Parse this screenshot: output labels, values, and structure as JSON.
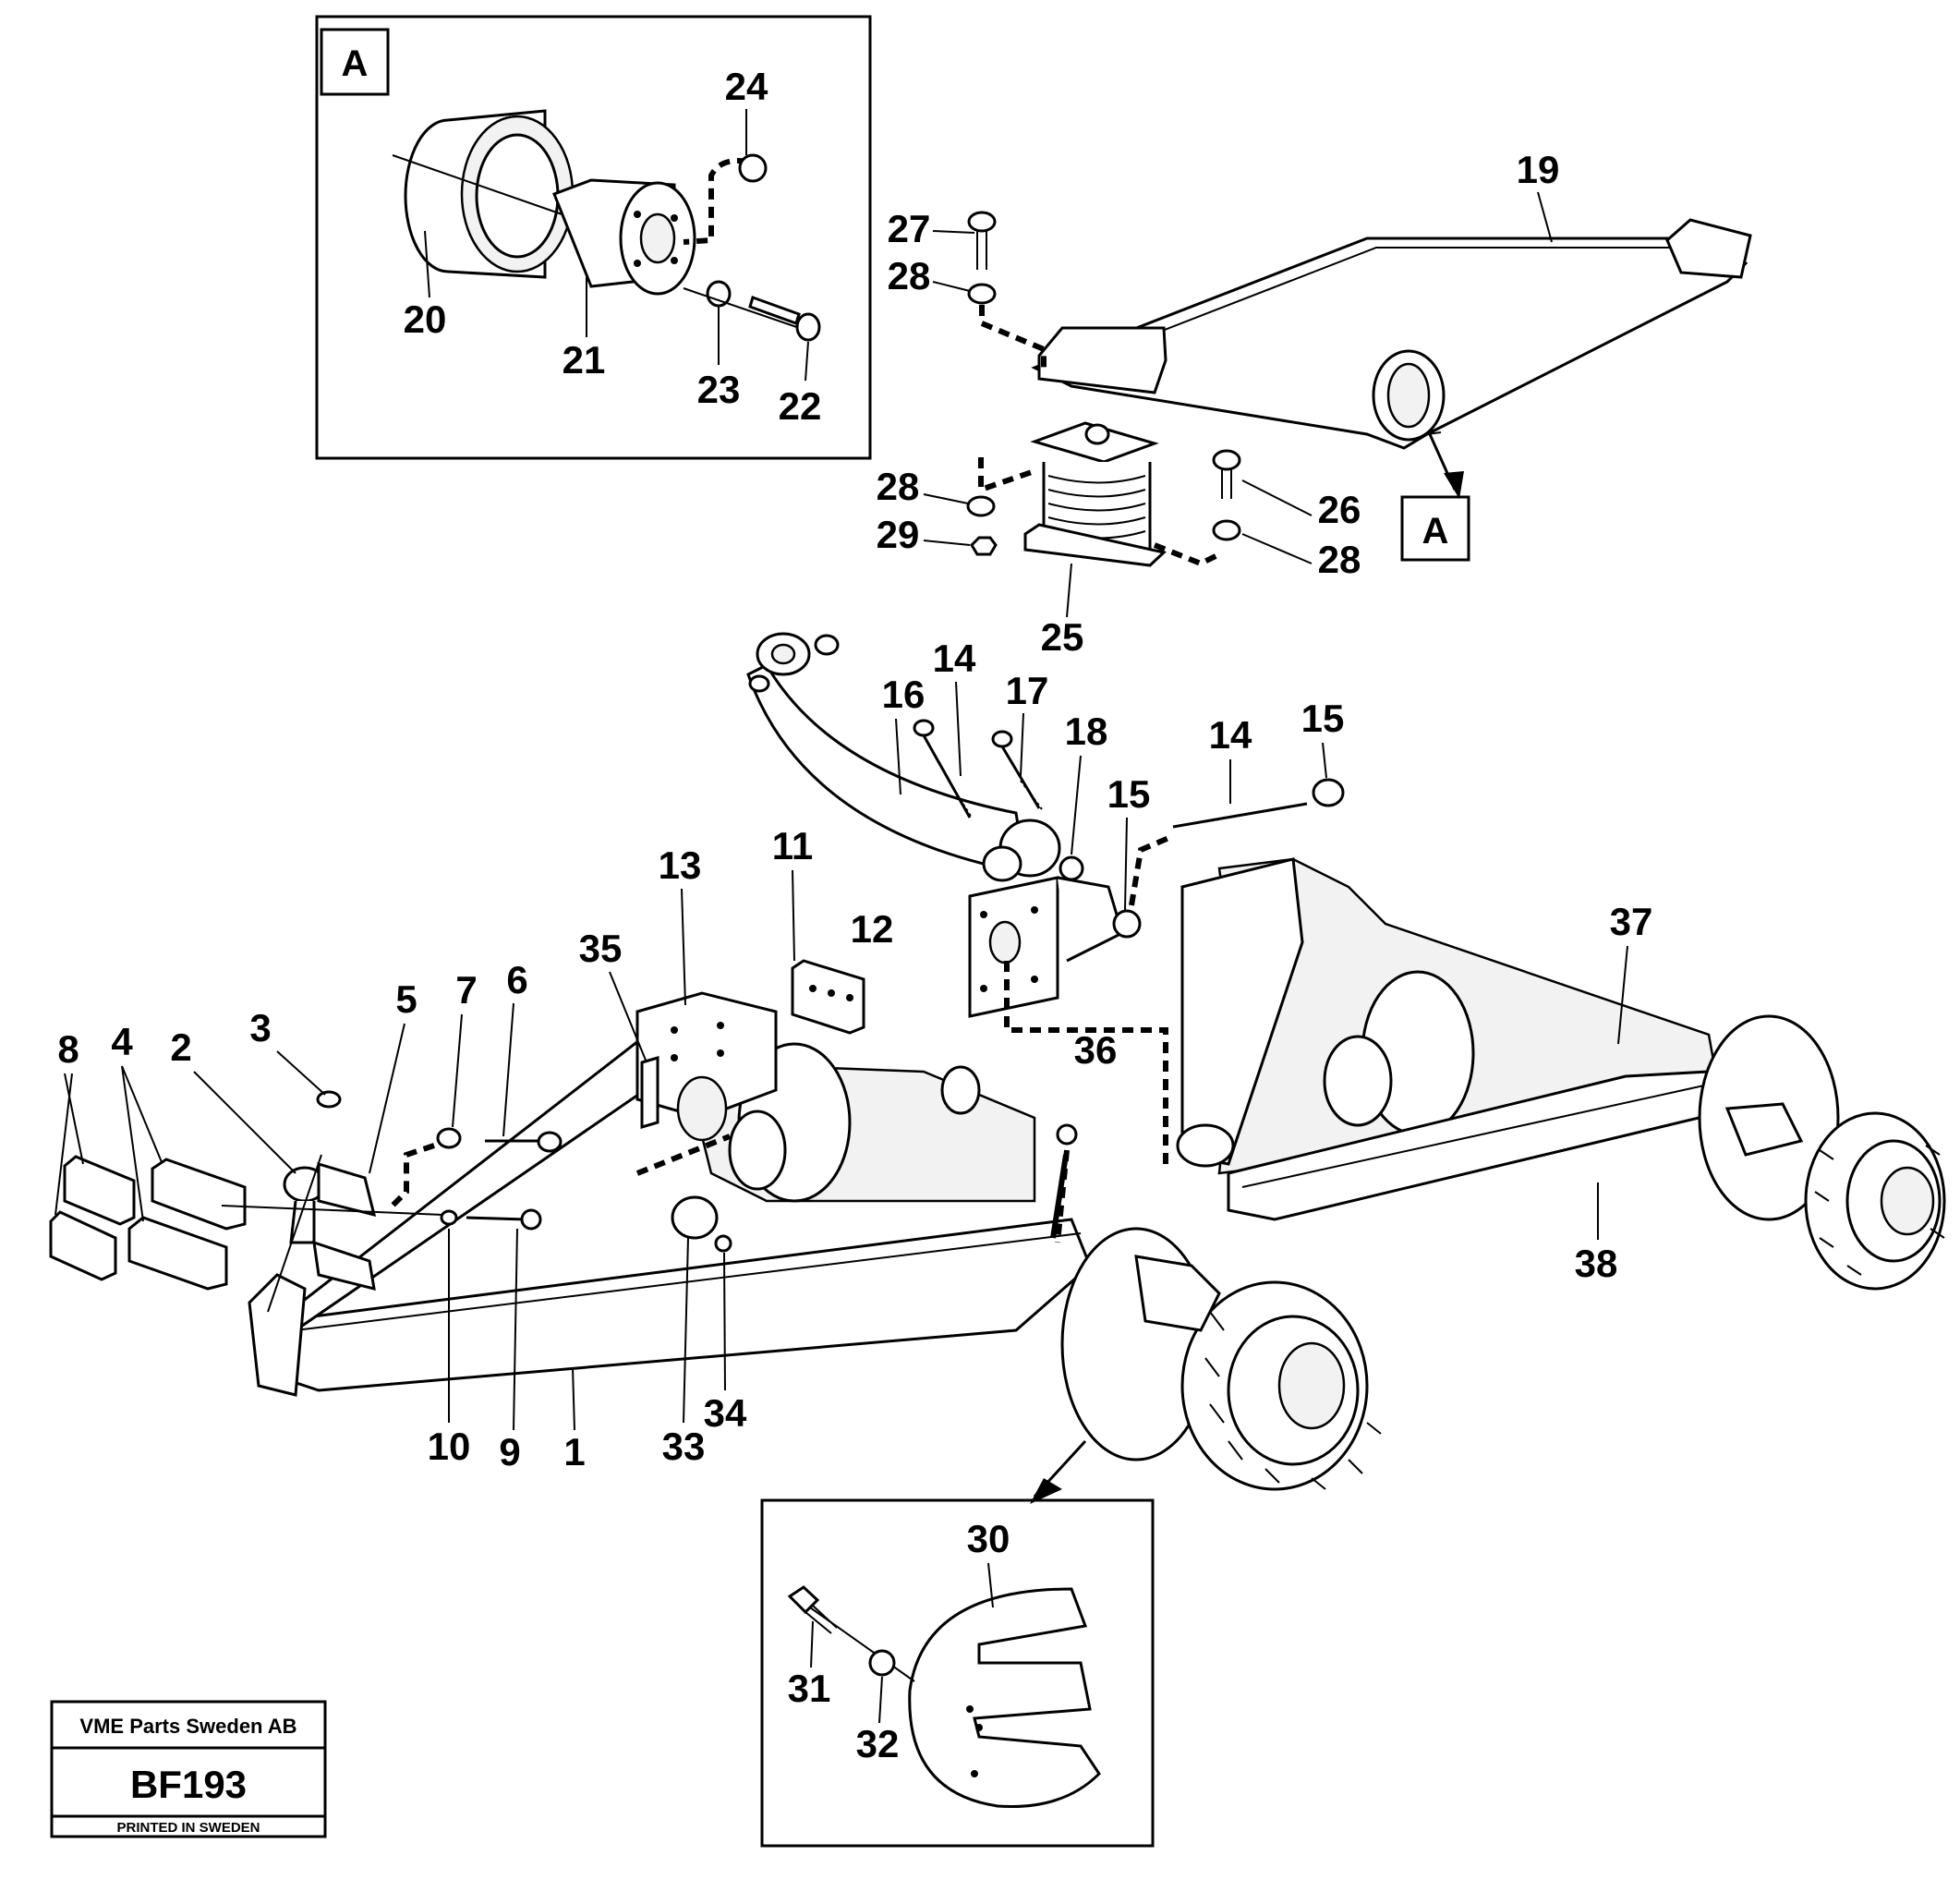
{
  "detail_markers": {
    "top_inset": "A",
    "pointer_box": "A"
  },
  "callouts": {
    "c1": "1",
    "c2": "2",
    "c3": "3",
    "c4": "4",
    "c5": "5",
    "c6": "6",
    "c7": "7",
    "c8": "8",
    "c9": "9",
    "c10": "10",
    "c11": "11",
    "c12": "12",
    "c13": "13",
    "c14a": "14",
    "c14b": "14",
    "c15a": "15",
    "c15b": "15",
    "c16": "16",
    "c17": "17",
    "c18": "18",
    "c19": "19",
    "c20": "20",
    "c21": "21",
    "c22": "22",
    "c23": "23",
    "c24": "24",
    "c25": "25",
    "c26": "26",
    "c27": "27",
    "c28a": "28",
    "c28b": "28",
    "c28c": "28",
    "c29": "29",
    "c30": "30",
    "c31": "31",
    "c32": "32",
    "c33": "33",
    "c34": "34",
    "c35": "35",
    "c36": "36",
    "c37": "37",
    "c38": "38"
  },
  "stamp": {
    "company": "VME Parts Sweden AB",
    "code": "BF193",
    "footer": "PRINTED IN SWEDEN"
  }
}
